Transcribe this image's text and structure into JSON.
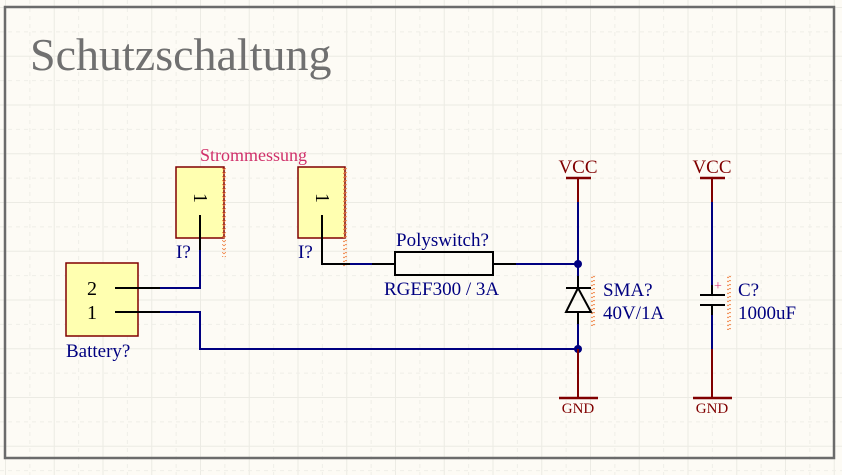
{
  "sheet": {
    "title": "Schutzschaltung",
    "colors": {
      "background": "#fdfbf5",
      "grid_major": "#ecebe4",
      "grid_minor": "#efeee8",
      "border": "#6b6b6b",
      "title": "#707070",
      "wire": "#000080",
      "pin": "#000000",
      "power": "#800000",
      "component_fill": "#ffffb0",
      "component_border": "#800000",
      "designator": "#000080",
      "net_label": "#d0306a",
      "plus_sign": "#e04080",
      "hatch": "#f08040"
    }
  },
  "components": {
    "battery": {
      "designator": "Battery?",
      "pins": [
        "2",
        "1"
      ]
    },
    "connector1": {
      "designator": "I?",
      "pin": "1"
    },
    "connector2": {
      "designator": "I?",
      "pin": "1"
    },
    "connector_group_label": "Strommessung",
    "polyswitch": {
      "designator": "Polyswitch?",
      "value": "RGEF300 / 3A"
    },
    "diode": {
      "designator": "SMA?",
      "value": "40V/1A"
    },
    "capacitor": {
      "designator": "C?",
      "value": "1000uF",
      "polarity": "+"
    }
  },
  "power_ports": {
    "vcc1": "VCC",
    "vcc2": "VCC",
    "gnd1": "GND",
    "gnd2": "GND"
  }
}
